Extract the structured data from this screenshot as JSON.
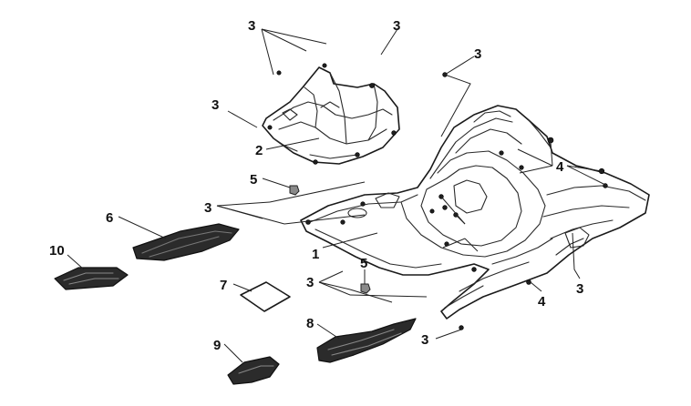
{
  "diagram": {
    "callouts": [
      {
        "id": "c3a",
        "text": "3"
      },
      {
        "id": "c3b",
        "text": "3"
      },
      {
        "id": "c3c",
        "text": "3"
      },
      {
        "id": "c3d",
        "text": "3"
      },
      {
        "id": "c2",
        "text": "2"
      },
      {
        "id": "c5a",
        "text": "5"
      },
      {
        "id": "c4a",
        "text": "4"
      },
      {
        "id": "c3e",
        "text": "3"
      },
      {
        "id": "c6",
        "text": "6"
      },
      {
        "id": "c1",
        "text": "1"
      },
      {
        "id": "c10",
        "text": "10"
      },
      {
        "id": "c7",
        "text": "7"
      },
      {
        "id": "c3f",
        "text": "3"
      },
      {
        "id": "c5b",
        "text": "5"
      },
      {
        "id": "c4b",
        "text": "4"
      },
      {
        "id": "c3g",
        "text": "3"
      },
      {
        "id": "c8",
        "text": "8"
      },
      {
        "id": "c3h",
        "text": "3"
      },
      {
        "id": "c9",
        "text": "9"
      }
    ]
  }
}
